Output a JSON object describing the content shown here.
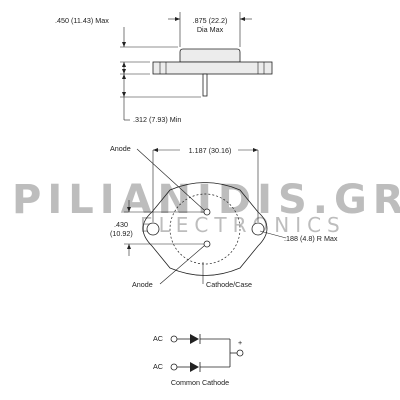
{
  "top_view": {
    "height_max": ".450 (11.43) Max",
    "diameter": ".875 (22.2)",
    "diameter_note": "Dia Max",
    "lead_min": ".312 (7.93) Min"
  },
  "bottom_view": {
    "anode_top": "Anode",
    "anode_bottom": "Anode",
    "hole_spacing": "1.187 (30.16)",
    "pin_spacing_in": ".430",
    "pin_spacing_mm": "(10.92)",
    "radius": ".188 (4.8) R Max",
    "cathode_case": "Cathode/Case"
  },
  "schematic": {
    "ac_top": "AC",
    "ac_bottom": "AC",
    "plus": "+",
    "caption": "Common Cathode"
  },
  "watermark": {
    "brand": "PILIANIDIS.GR",
    "sub": "ELECTRONICS"
  }
}
